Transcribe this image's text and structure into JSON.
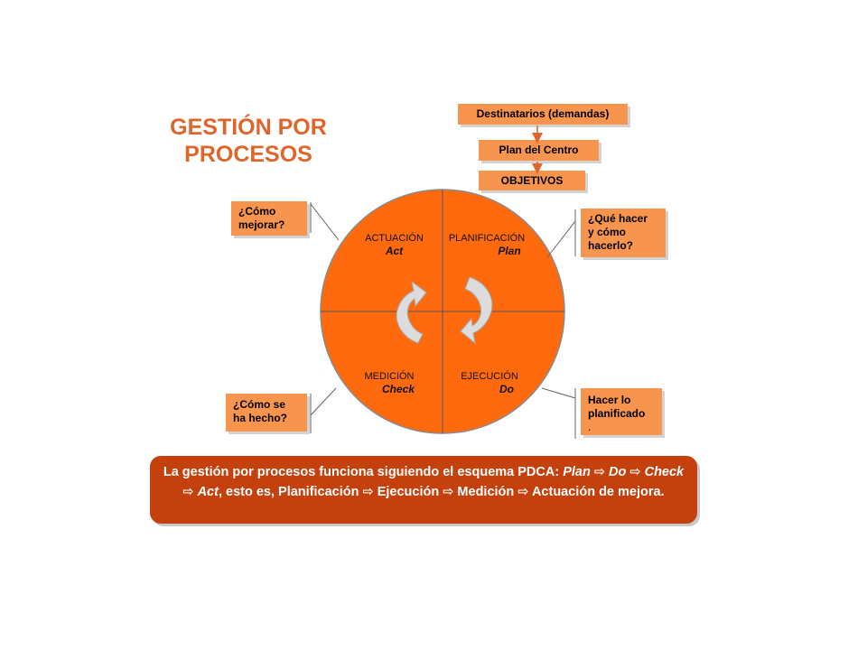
{
  "title": {
    "line1": "GESTIÓN POR",
    "line2": "PROCESOS"
  },
  "flow": {
    "destinatarios": "Destinatarios (demandas)",
    "plan_centro": "Plan del Centro",
    "objetivos": "OBJETIVOS"
  },
  "quadrants": {
    "act": {
      "es": "ACTUACIÓN",
      "en": "Act"
    },
    "plan": {
      "es": "PLANIFICACIÓN",
      "en": "Plan"
    },
    "check": {
      "es": "MEDICIÓN",
      "en": "Check"
    },
    "do": {
      "es": "EJECUCIÓN",
      "en": "Do"
    }
  },
  "questions": {
    "mejorar": [
      "¿Cómo",
      "mejorar?"
    ],
    "que_hacer": [
      "¿Qué hacer",
      "y cómo",
      "hacerlo?"
    ],
    "hecho": [
      "¿Cómo se",
      "ha hecho?"
    ],
    "planificado_line1": "Hacer lo",
    "planificado_line2": "planificado",
    "planificado_dot": "."
  },
  "banner": {
    "intro": "La gestión por procesos funciona siguiendo el esquema PDCA:",
    "plan": "Plan",
    "do": "Do",
    "check": "Check",
    "act": "Act",
    "mid": ", esto es, Planificación",
    "ejecucion": "Ejecución",
    "medicion": "Medición",
    "actuacion": "Actuación de mejora."
  },
  "colors": {
    "circle": "#ff6a0f",
    "box": "#f7954f",
    "banner": "#c4410e",
    "title": "#e0652a"
  }
}
